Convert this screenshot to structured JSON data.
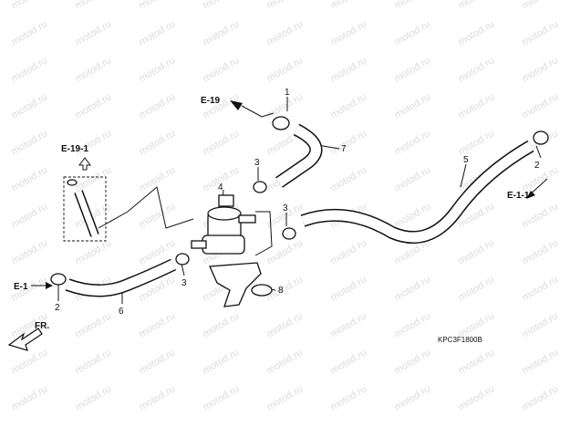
{
  "diagram": {
    "watermark_text": "motod.ru",
    "part_code": "KPC3F1800B",
    "references": {
      "e19": "E-19",
      "e19_1": "E-19-1",
      "e1": "E-1",
      "e1_1": "E-1-1"
    },
    "front_marker": "FR.",
    "callouts": {
      "c1": "1",
      "c2a": "2",
      "c2b": "2",
      "c3a": "3",
      "c3b": "3",
      "c3c": "3",
      "c4": "4",
      "c5": "5",
      "c6": "6",
      "c7": "7",
      "c8": "8"
    }
  }
}
